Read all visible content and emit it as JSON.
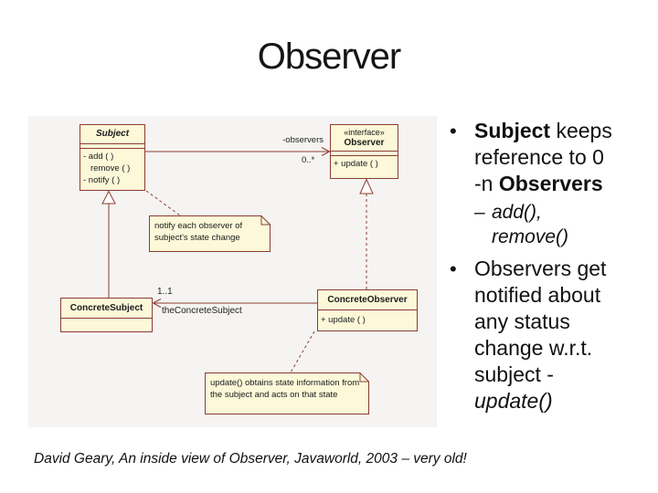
{
  "slide": {
    "title": "Observer",
    "footer": "David Geary, An inside view of Observer, Javaworld, 2003 – very old!"
  },
  "bullets": {
    "glyph": "•",
    "sub_glyph": "–",
    "b1": {
      "l1b": "Subject",
      "l1": " keeps",
      "l2": "reference to 0",
      "l3": "-n ",
      "l3b": "Observers"
    },
    "sub1": {
      "l1": "add(),",
      "l2": "remove()"
    },
    "b2": {
      "l1": "Observers get",
      "l2": "notified about",
      "l3": "any status",
      "l4": "change w.r.t.",
      "l5": "subject -",
      "l6": "update()"
    }
  },
  "diagram": {
    "subject": {
      "name": "Subject",
      "m1": "- add ( )",
      "m2": "remove ( )",
      "m3": "- notify ( )"
    },
    "observer": {
      "stereotype": "«interface»",
      "name": "Observer",
      "m1": "+ update ( )"
    },
    "concrete_subject": {
      "name": "ConcreteSubject"
    },
    "concrete_observer": {
      "name": "ConcreteObserver",
      "m1": "+ update ( )"
    },
    "labels": {
      "role_observers": "-observers",
      "mult_observers": "0..*",
      "mult_subject": "1..1",
      "role_subject": "theConcreteSubject"
    },
    "notes": {
      "notify": "notify each observer of subject's state change",
      "update": "update() obtains state information from the subject and acts on that state"
    },
    "colors": {
      "box_fill": "#fcf8d8",
      "box_border": "#8b3d33",
      "panel_bg": "#f5f4f2",
      "line": "#8b3d33"
    }
  }
}
